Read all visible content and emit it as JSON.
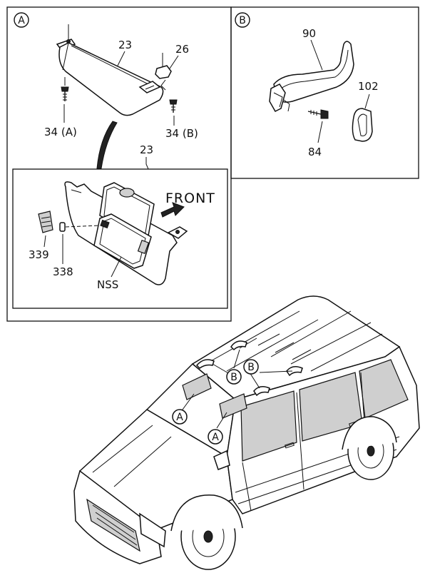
{
  "sections": {
    "a": {
      "marker": "A"
    },
    "b": {
      "marker": "B"
    }
  },
  "labels": {
    "visor_upper": "23",
    "clip": "26",
    "screw_a": "34 (A)",
    "screw_b": "34 (B)",
    "visor_lower": "23",
    "front": "FRONT",
    "part_339": "339",
    "part_338": "338",
    "nss": "NSS",
    "grip": "90",
    "grip_screw": "84",
    "grip_cover": "102"
  },
  "vehicle_callouts": {
    "b_left": "B",
    "b_right": "B",
    "a_left": "A",
    "a_right": "A"
  }
}
